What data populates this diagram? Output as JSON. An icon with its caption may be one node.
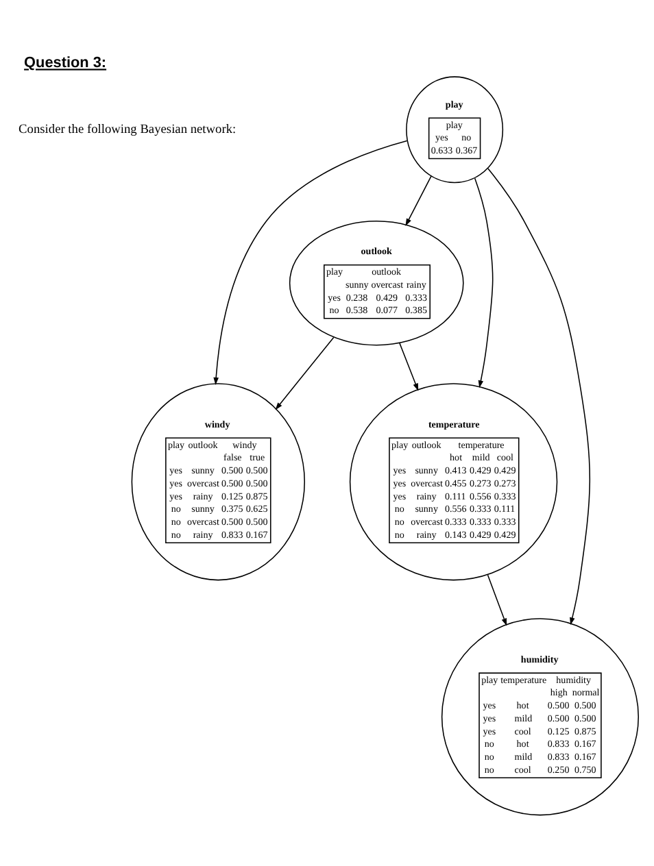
{
  "diagram": {
    "title": "Question 3:",
    "nodes": [
      {
        "text": [
          "windy",
          "play",
          "outlook",
          "windy",
          "false",
          "true",
          "yes",
          "sunny",
          "0.500",
          "0.500",
          "yes",
          "overcast",
          "0.500",
          "0.500",
          "yes",
          "rainy",
          "0.125",
          "0.875",
          "no",
          "sunny",
          "0.375",
          "0.625",
          "no",
          "overcast",
          "0.500",
          "0.500",
          "no",
          "rainy",
          "0.833",
          "0.167"
        ]
      },
      {
        "text": [
          "play",
          "play",
          "yes",
          "no",
          "0.633",
          "0.367"
        ]
      },
      {
        "text": [
          "outlook",
          "play",
          "outlook",
          "sunny",
          "overcast",
          "rainy",
          "yes",
          "0.238",
          "0.429",
          "0.333",
          "no",
          "0.538",
          "0.077",
          "0.385"
        ]
      },
      {
        "text": [
          "humidity",
          "play",
          "temperature",
          "humidity",
          "high",
          "normal",
          "yes",
          "hot",
          "0.500",
          "0.500",
          "yes",
          "mild",
          "0.500",
          "0.500",
          "yes",
          "cool",
          "0.125",
          "0.875",
          "no",
          "hot",
          "0.833",
          "0.167",
          "no",
          "mild",
          "0.833",
          "0.167",
          "no",
          "cool",
          "0.250",
          "0.750"
        ]
      },
      {
        "text": [
          "temperature",
          "play",
          "outlook",
          "temperature",
          "hot",
          "mild",
          "cool",
          "yes",
          "sunny",
          "0.413",
          "0.429",
          "0.429",
          "yes",
          "overcast",
          "0.455",
          "0.273",
          "0.273",
          "yes",
          "rainy",
          "0.111",
          "0.556",
          "0.333",
          "no",
          "sunny",
          "0.556",
          "0.333",
          "0.111",
          "no",
          "overcast",
          "0.333",
          "0.333",
          "0.333",
          "no",
          "rainy",
          "0.143",
          "0.429",
          "0.429"
        ]
      }
    ],
    "edges": [
      {
        "from": 1,
        "to": 0,
        "arrow": "to"
      },
      {
        "from": 2,
        "to": 0,
        "arrow": "to"
      },
      {
        "from": 1,
        "to": 2,
        "arrow": "to"
      },
      {
        "from": 1,
        "to": 4,
        "arrow": "to"
      },
      {
        "from": 1,
        "to": 3,
        "arrow": "to"
      },
      {
        "from": 2,
        "to": 4,
        "arrow": "to"
      },
      {
        "from": 4,
        "to": 3,
        "arrow": "to"
      }
    ],
    "labels": [
      "Consider the following Bayesian network:"
    ]
  }
}
